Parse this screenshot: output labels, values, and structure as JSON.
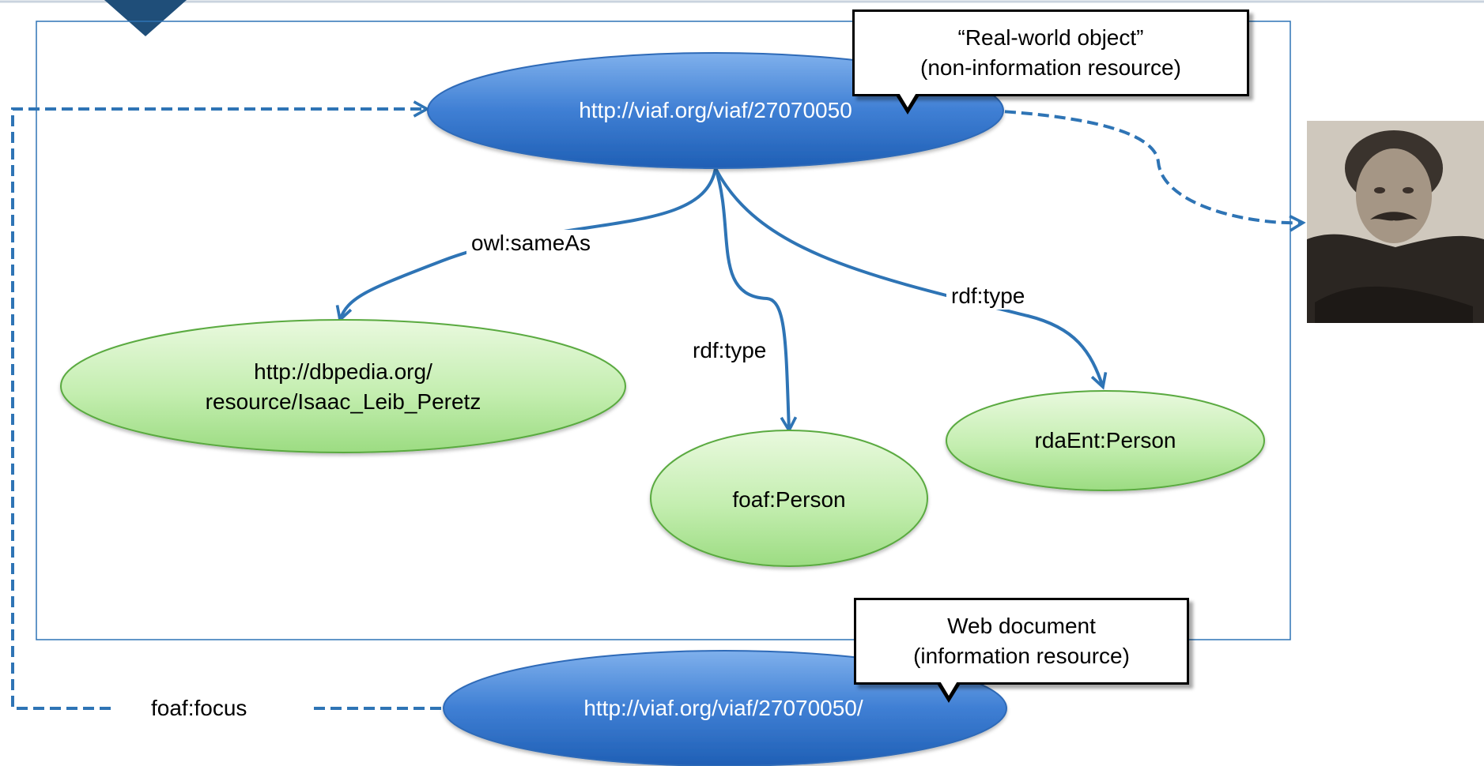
{
  "nodes": {
    "real_world_uri": "http://viaf.org/viaf/27070050",
    "web_doc_uri": "http://viaf.org/viaf/27070050/",
    "dbpedia_line1": "http://dbpedia.org/",
    "dbpedia_line2": "resource/Isaac_Leib_Peretz",
    "foaf_person": "foaf:Person",
    "rda_person": "rdaEnt:Person"
  },
  "edges": {
    "same_as": "owl:sameAs",
    "rdf_type_1": "rdf:type",
    "rdf_type_2": "rdf:type",
    "foaf_focus": "foaf:focus"
  },
  "callouts": {
    "real_world_line1": "“Real-world object”",
    "real_world_line2": "(non-information resource)",
    "web_doc_line1": "Web document",
    "web_doc_line2": "(information resource)"
  },
  "colors": {
    "blue_node": "#3d7dd0",
    "green_node": "#b5e8a0",
    "edge": "#2e74b5"
  }
}
